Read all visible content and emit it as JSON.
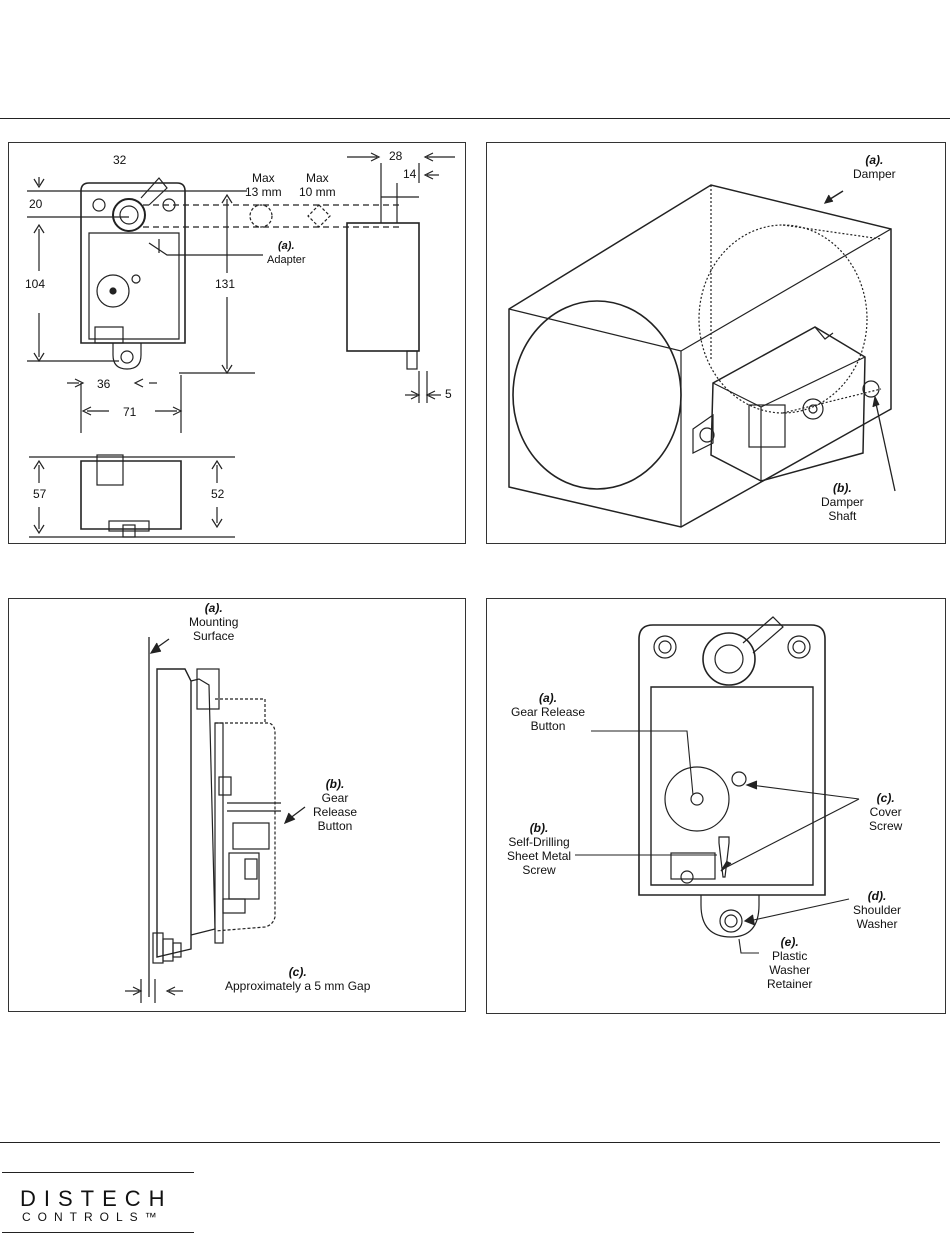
{
  "panel1": {
    "dims": {
      "d32": "32",
      "d20": "20",
      "d104": "104",
      "d131": "131",
      "d36": "36",
      "d71": "71",
      "d28": "28",
      "d14": "14",
      "d5": "5",
      "d57": "57",
      "d52": "52"
    },
    "max1": "Max",
    "max1_val": "13 mm",
    "max2": "Max",
    "max2_val": "10 mm",
    "adapter_tag": "(a).",
    "adapter": "Adapter"
  },
  "panel2": {
    "damper_tag": "(a).",
    "damper": "Damper",
    "shaft_tag": "(b).",
    "shaft_l1": "Damper",
    "shaft_l2": "Shaft"
  },
  "panel3": {
    "mount_tag": "(a).",
    "mount_l1": "Mounting",
    "mount_l2": "Surface",
    "gear_tag": "(b).",
    "gear_l1": "Gear",
    "gear_l2": "Release",
    "gear_l3": "Button",
    "gap_tag": "(c).",
    "gap": "Approximately a 5 mm Gap"
  },
  "panel4": {
    "a_tag": "(a).",
    "a_l1": "Gear Release",
    "a_l2": "Button",
    "b_tag": "(b).",
    "b_l1": "Self-Drilling",
    "b_l2": "Sheet Metal",
    "b_l3": "Screw",
    "c_tag": "(c).",
    "c_l1": "Cover",
    "c_l2": "Screw",
    "d_tag": "(d).",
    "d_l1": "Shoulder",
    "d_l2": "Washer",
    "e_tag": "(e).",
    "e_l1": "Plastic",
    "e_l2": "Washer",
    "e_l3": "Retainer"
  },
  "logo": {
    "line1": "DISTECH",
    "line2": "CONTROLS™"
  }
}
